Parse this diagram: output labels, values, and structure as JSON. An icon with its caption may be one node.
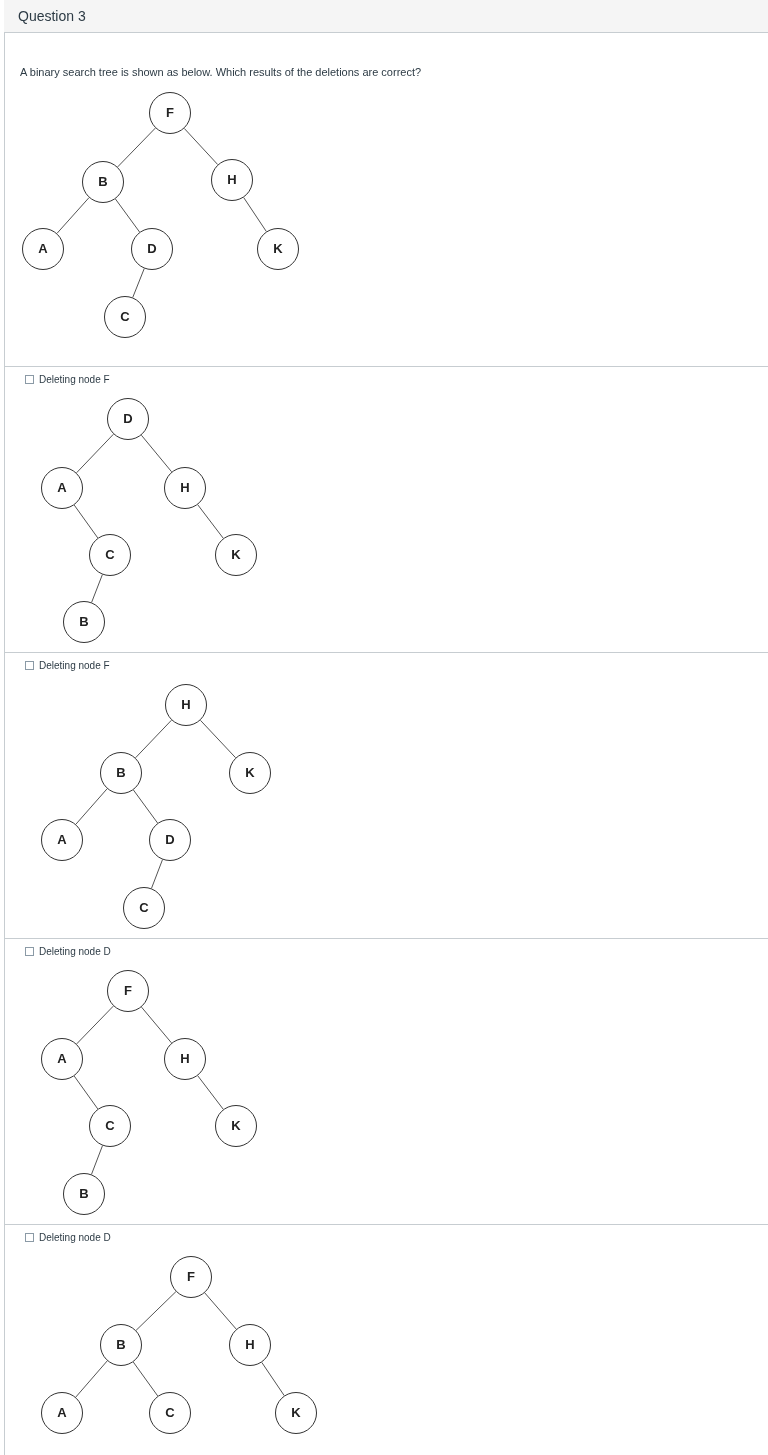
{
  "diagram": {
    "title": "Question 3",
    "nodes": [
      {
        "text": [
          "F"
        ]
      },
      {
        "text": [
          "B"
        ]
      },
      {
        "text": [
          "H"
        ]
      },
      {
        "text": [
          "A"
        ]
      },
      {
        "text": [
          "D"
        ]
      },
      {
        "text": [
          "K"
        ]
      },
      {
        "text": [
          "C"
        ]
      },
      {
        "text": [
          "D"
        ]
      },
      {
        "text": [
          "A"
        ]
      },
      {
        "text": [
          "H"
        ]
      },
      {
        "text": [
          "C"
        ]
      },
      {
        "text": [
          "K"
        ]
      },
      {
        "text": [
          "B"
        ]
      },
      {
        "text": [
          "H"
        ]
      },
      {
        "text": [
          "B"
        ]
      },
      {
        "text": [
          "K"
        ]
      },
      {
        "text": [
          "A"
        ]
      },
      {
        "text": [
          "D"
        ]
      },
      {
        "text": [
          "C"
        ]
      },
      {
        "text": [
          "F"
        ]
      },
      {
        "text": [
          "A"
        ]
      },
      {
        "text": [
          "H"
        ]
      },
      {
        "text": [
          "C"
        ]
      },
      {
        "text": [
          "K"
        ]
      },
      {
        "text": [
          "B"
        ]
      },
      {
        "text": [
          "F"
        ]
      },
      {
        "text": [
          "B"
        ]
      },
      {
        "text": [
          "H"
        ]
      },
      {
        "text": [
          "A"
        ]
      },
      {
        "text": [
          "C"
        ]
      },
      {
        "text": [
          "K"
        ]
      }
    ],
    "edges": [
      {
        "from": 0,
        "to": 1,
        "arrow": "none"
      },
      {
        "from": 0,
        "to": 2,
        "arrow": "none"
      },
      {
        "from": 1,
        "to": 3,
        "arrow": "none"
      },
      {
        "from": 1,
        "to": 4,
        "arrow": "none"
      },
      {
        "from": 4,
        "to": 6,
        "arrow": "none"
      },
      {
        "from": 2,
        "to": 5,
        "arrow": "none"
      },
      {
        "from": 7,
        "to": 8,
        "arrow": "none"
      },
      {
        "from": 7,
        "to": 9,
        "arrow": "none"
      },
      {
        "from": 8,
        "to": 10,
        "arrow": "none"
      },
      {
        "from": 10,
        "to": 12,
        "arrow": "none"
      },
      {
        "from": 9,
        "to": 11,
        "arrow": "none"
      },
      {
        "from": 13,
        "to": 14,
        "arrow": "none"
      },
      {
        "from": 13,
        "to": 15,
        "arrow": "none"
      },
      {
        "from": 14,
        "to": 16,
        "arrow": "none"
      },
      {
        "from": 14,
        "to": 17,
        "arrow": "none"
      },
      {
        "from": 17,
        "to": 18,
        "arrow": "none"
      },
      {
        "from": 19,
        "to": 20,
        "arrow": "none"
      },
      {
        "from": 19,
        "to": 21,
        "arrow": "none"
      },
      {
        "from": 20,
        "to": 22,
        "arrow": "none"
      },
      {
        "from": 22,
        "to": 24,
        "arrow": "none"
      },
      {
        "from": 21,
        "to": 23,
        "arrow": "none"
      },
      {
        "from": 25,
        "to": 26,
        "arrow": "none"
      },
      {
        "from": 25,
        "to": 27,
        "arrow": "none"
      },
      {
        "from": 26,
        "to": 28,
        "arrow": "none"
      },
      {
        "from": 26,
        "to": 29,
        "arrow": "none"
      },
      {
        "from": 27,
        "to": 30,
        "arrow": "none"
      }
    ],
    "labels": [
      "A binary search tree is shown as below. Which results of the deletions are correct?",
      "Deleting node F",
      "Deleting node F",
      "Deleting node D",
      "Deleting node D"
    ]
  }
}
